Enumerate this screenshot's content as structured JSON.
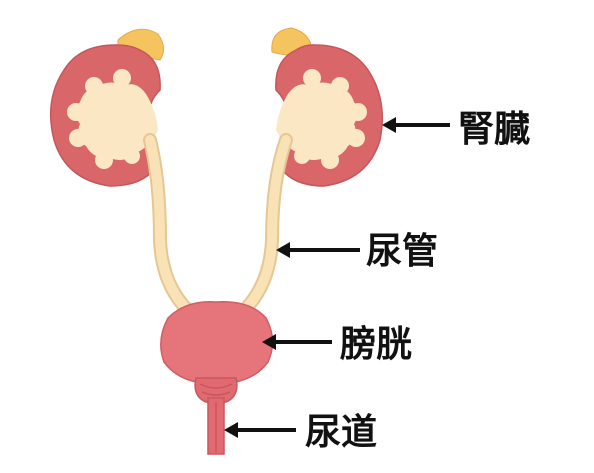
{
  "labels": {
    "kidney": "腎臓",
    "ureter": "尿管",
    "bladder": "膀胱",
    "urethra": "尿道"
  },
  "colors": {
    "kidney_outer": "#d9676a",
    "kidney_inner": "#fbe7c4",
    "adrenal": "#f5c45f",
    "ureter": "#f8e2b6",
    "bladder": "#e5757a",
    "urethra": "#e06a70",
    "arrow": "#111111"
  }
}
